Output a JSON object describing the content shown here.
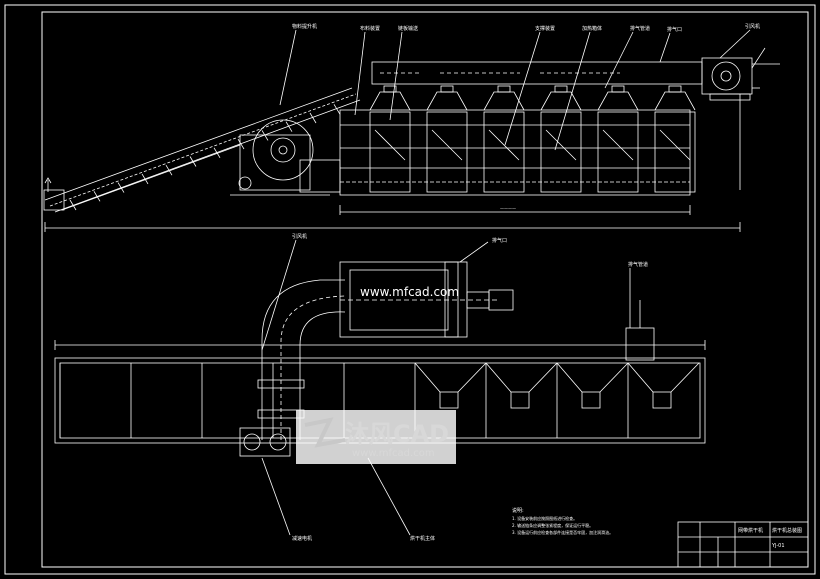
{
  "drawing": {
    "side_view_labels": [
      "物料提升机",
      "布料装置",
      "链板输送",
      "支撑装置",
      "加热箱体",
      "排气管道",
      "排气口",
      "引风机"
    ],
    "plan_view_labels": [
      "引风机",
      "排气口",
      "排气管道",
      "减速电机",
      "烘干机主体"
    ],
    "dimension_text": "————",
    "notes_title": "说明:",
    "notes": [
      "1. 设备安装前应按照图纸进行检查。",
      "2. 输送链条应调整张紧程度，保证运行平稳。",
      "3. 设备运行前应检查各部件连接是否牢固，加注润滑油。"
    ]
  },
  "watermark": {
    "site_text": "www.mfcad.com",
    "brand_text": "沐风CAD",
    "brand_url": "www.mfcad.com"
  },
  "title_block": {
    "name": "烘干机总装图",
    "company": "网带烘干机",
    "drawing_no": "YJ-01"
  }
}
